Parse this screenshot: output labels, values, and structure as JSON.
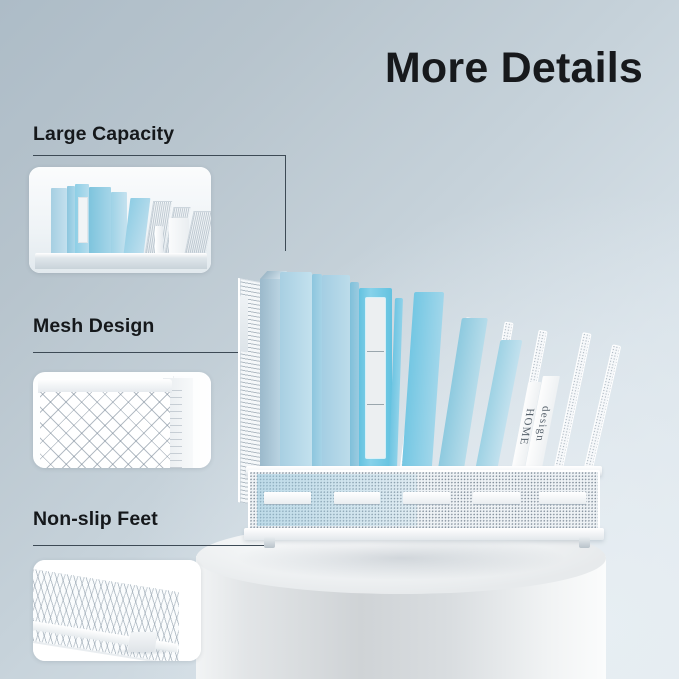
{
  "page": {
    "title": "More Details",
    "background_top_left": "#adbcc7",
    "background_bottom_right": "#e7eef3",
    "text_color": "#17191c"
  },
  "features": [
    {
      "id": "large-capacity",
      "label": "Large Capacity",
      "inset_caption": "Close-up of organizer filled with light blue folders and binders"
    },
    {
      "id": "mesh-design",
      "label": "Mesh Design",
      "inset_caption": "Close-up of white diamond mesh panel"
    },
    {
      "id": "non-slip-feet",
      "label": "Non-slip Feet",
      "inset_caption": "Close-up of mesh base underside with white non-slip foot pad"
    }
  ],
  "product": {
    "name": "White mesh desktop file organizer",
    "accent_color": "#8ecfe6",
    "frame_color": "#ffffff",
    "books": [
      {
        "spine_text": "HOME"
      },
      {
        "spine_text": "design"
      }
    ],
    "drawer": {
      "label_tag_count": 5,
      "tag_label": ""
    },
    "folder_colors": [
      "#bcd9e8",
      "#a9d4e8",
      "#8ecfe6",
      "#7ec8e3",
      "#9ed3e8"
    ]
  }
}
